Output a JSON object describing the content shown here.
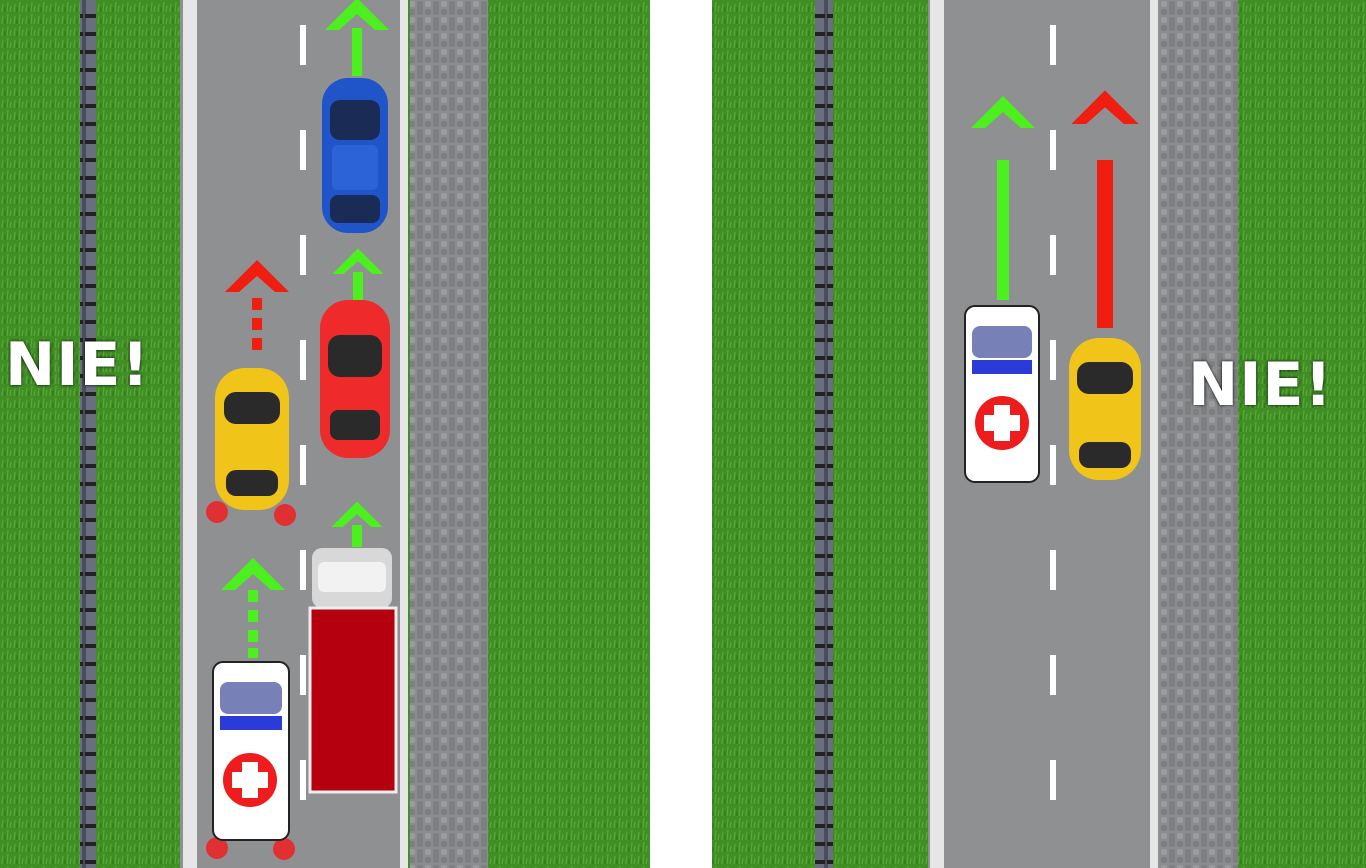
{
  "panels": [
    {
      "name": "left-scenario",
      "label": "NIE!"
    },
    {
      "name": "right-scenario",
      "label": "NIE!"
    }
  ],
  "colors": {
    "grass": "#3f8f24",
    "road": "#8f9091",
    "go_arrow": "#4cf01e",
    "stop_arrow": "#f01e10",
    "pavers": "#8a8c8e"
  }
}
